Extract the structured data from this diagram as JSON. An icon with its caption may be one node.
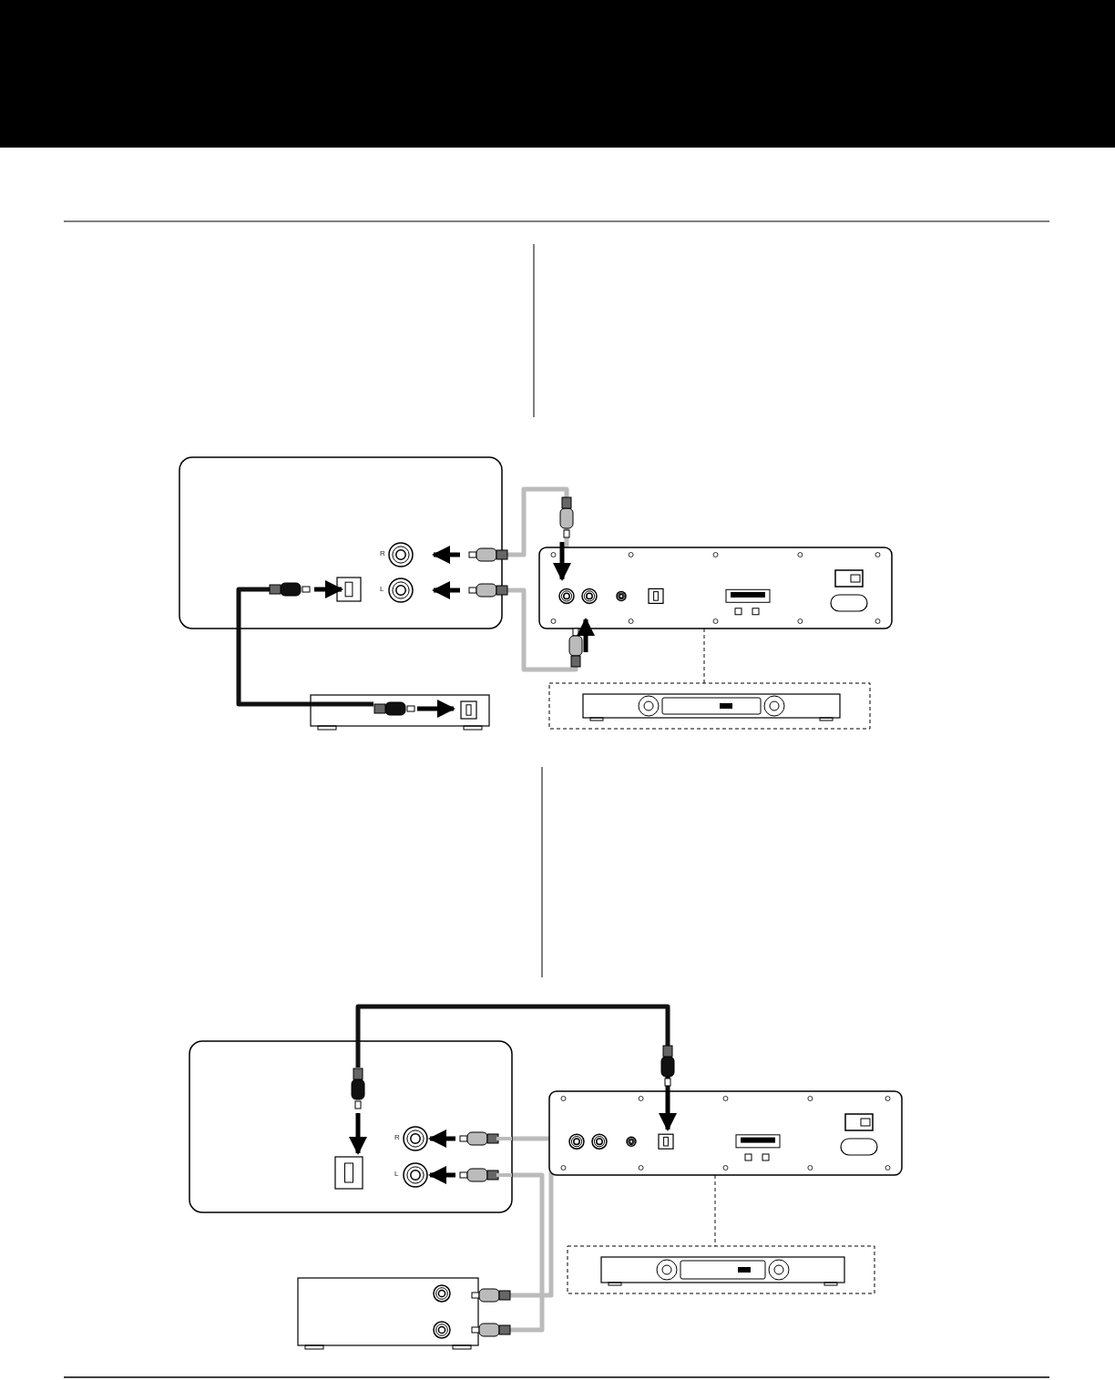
{
  "diagram": {
    "nodes": [
      {
        "text": [],
        "shape": "box"
      },
      {
        "text": [],
        "shape": "box"
      },
      {
        "text": [],
        "shape": "box"
      },
      {
        "text": [],
        "shape": "box"
      },
      {
        "text": [],
        "shape": "box"
      },
      {
        "text": [],
        "shape": "box"
      },
      {
        "text": [],
        "shape": "box"
      },
      {
        "text": [],
        "shape": "box"
      }
    ],
    "edges": [
      {
        "from": 0,
        "to": 1,
        "arrow": "other",
        "color": "#bbbbbb"
      },
      {
        "from": 0,
        "to": 1,
        "arrow": "other",
        "color": "#bbbbbb"
      },
      {
        "from": 3,
        "to": 0,
        "arrow": "none",
        "color": "#111111"
      },
      {
        "from": 1,
        "to": 2,
        "arrow": "none",
        "style": "dashed",
        "color": "#111111"
      },
      {
        "from": 4,
        "to": 5,
        "arrow": "none",
        "color": "#111111"
      },
      {
        "from": 7,
        "to": 4,
        "arrow": "other",
        "color": "#bbbbbb"
      },
      {
        "from": 7,
        "to": 4,
        "arrow": "other",
        "color": "#bbbbbb"
      },
      {
        "from": 5,
        "to": 6,
        "arrow": "none",
        "style": "dashed",
        "color": "#111111"
      }
    ],
    "labels": [
      "R",
      "L",
      "R",
      "L"
    ]
  }
}
